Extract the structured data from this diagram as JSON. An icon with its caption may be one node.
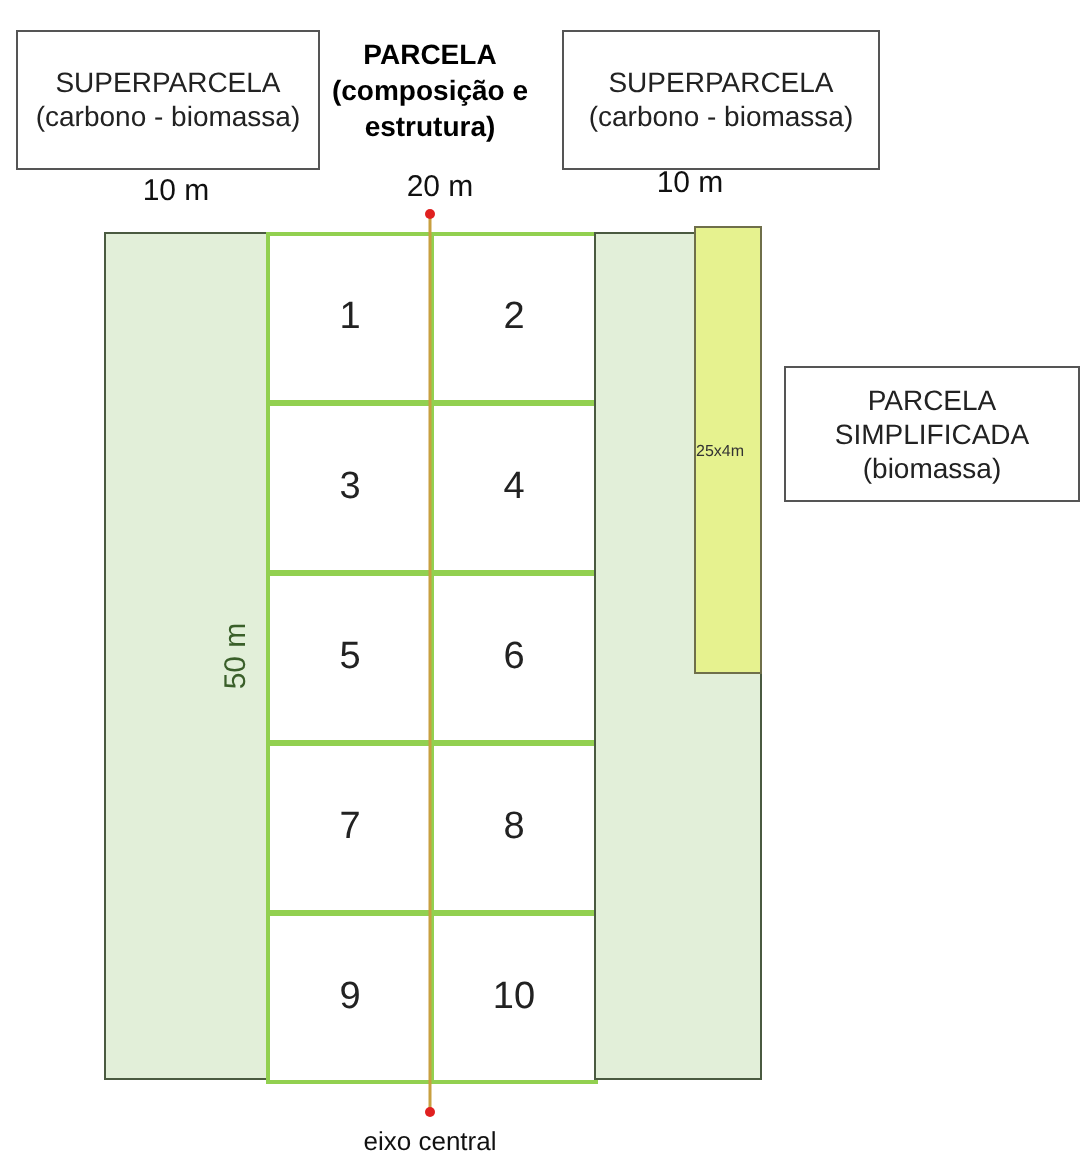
{
  "diagram": {
    "nodes": [
      {
        "text": [
          "SUPERPARCELA (carbono - biomassa)"
        ]
      },
      {
        "text": [
          "SUPERPARCELA (carbono - biomassa)"
        ]
      },
      {
        "text": [
          "PARCELA SIMPLIFICADA (biomassa)"
        ]
      },
      {
        "text": [],
        "shape": "box"
      },
      {
        "text": [
          "PARCELA (composição e estrutura)"
        ]
      },
      {
        "text": [
          "1"
        ],
        "in": 4
      },
      {
        "text": [
          "2"
        ],
        "in": 4
      },
      {
        "text": [
          "3"
        ],
        "in": 4
      },
      {
        "text": [
          "4"
        ],
        "in": 4
      },
      {
        "text": [
          "5"
        ],
        "in": 4
      },
      {
        "text": [
          "6"
        ],
        "in": 4
      },
      {
        "text": [
          "7"
        ],
        "in": 4
      },
      {
        "text": [
          "8"
        ],
        "in": 4
      },
      {
        "text": [
          "9"
        ],
        "in": 4
      },
      {
        "text": [
          "10"
        ],
        "in": 4
      },
      {
        "text": [],
        "shape": "box"
      },
      {
        "text": [
          "25x4m"
        ],
        "in": 15
      }
    ],
    "edges": [],
    "labels": [
      "10 m",
      "20 m",
      "10 m",
      "50 m",
      "eixo central"
    ]
  }
}
